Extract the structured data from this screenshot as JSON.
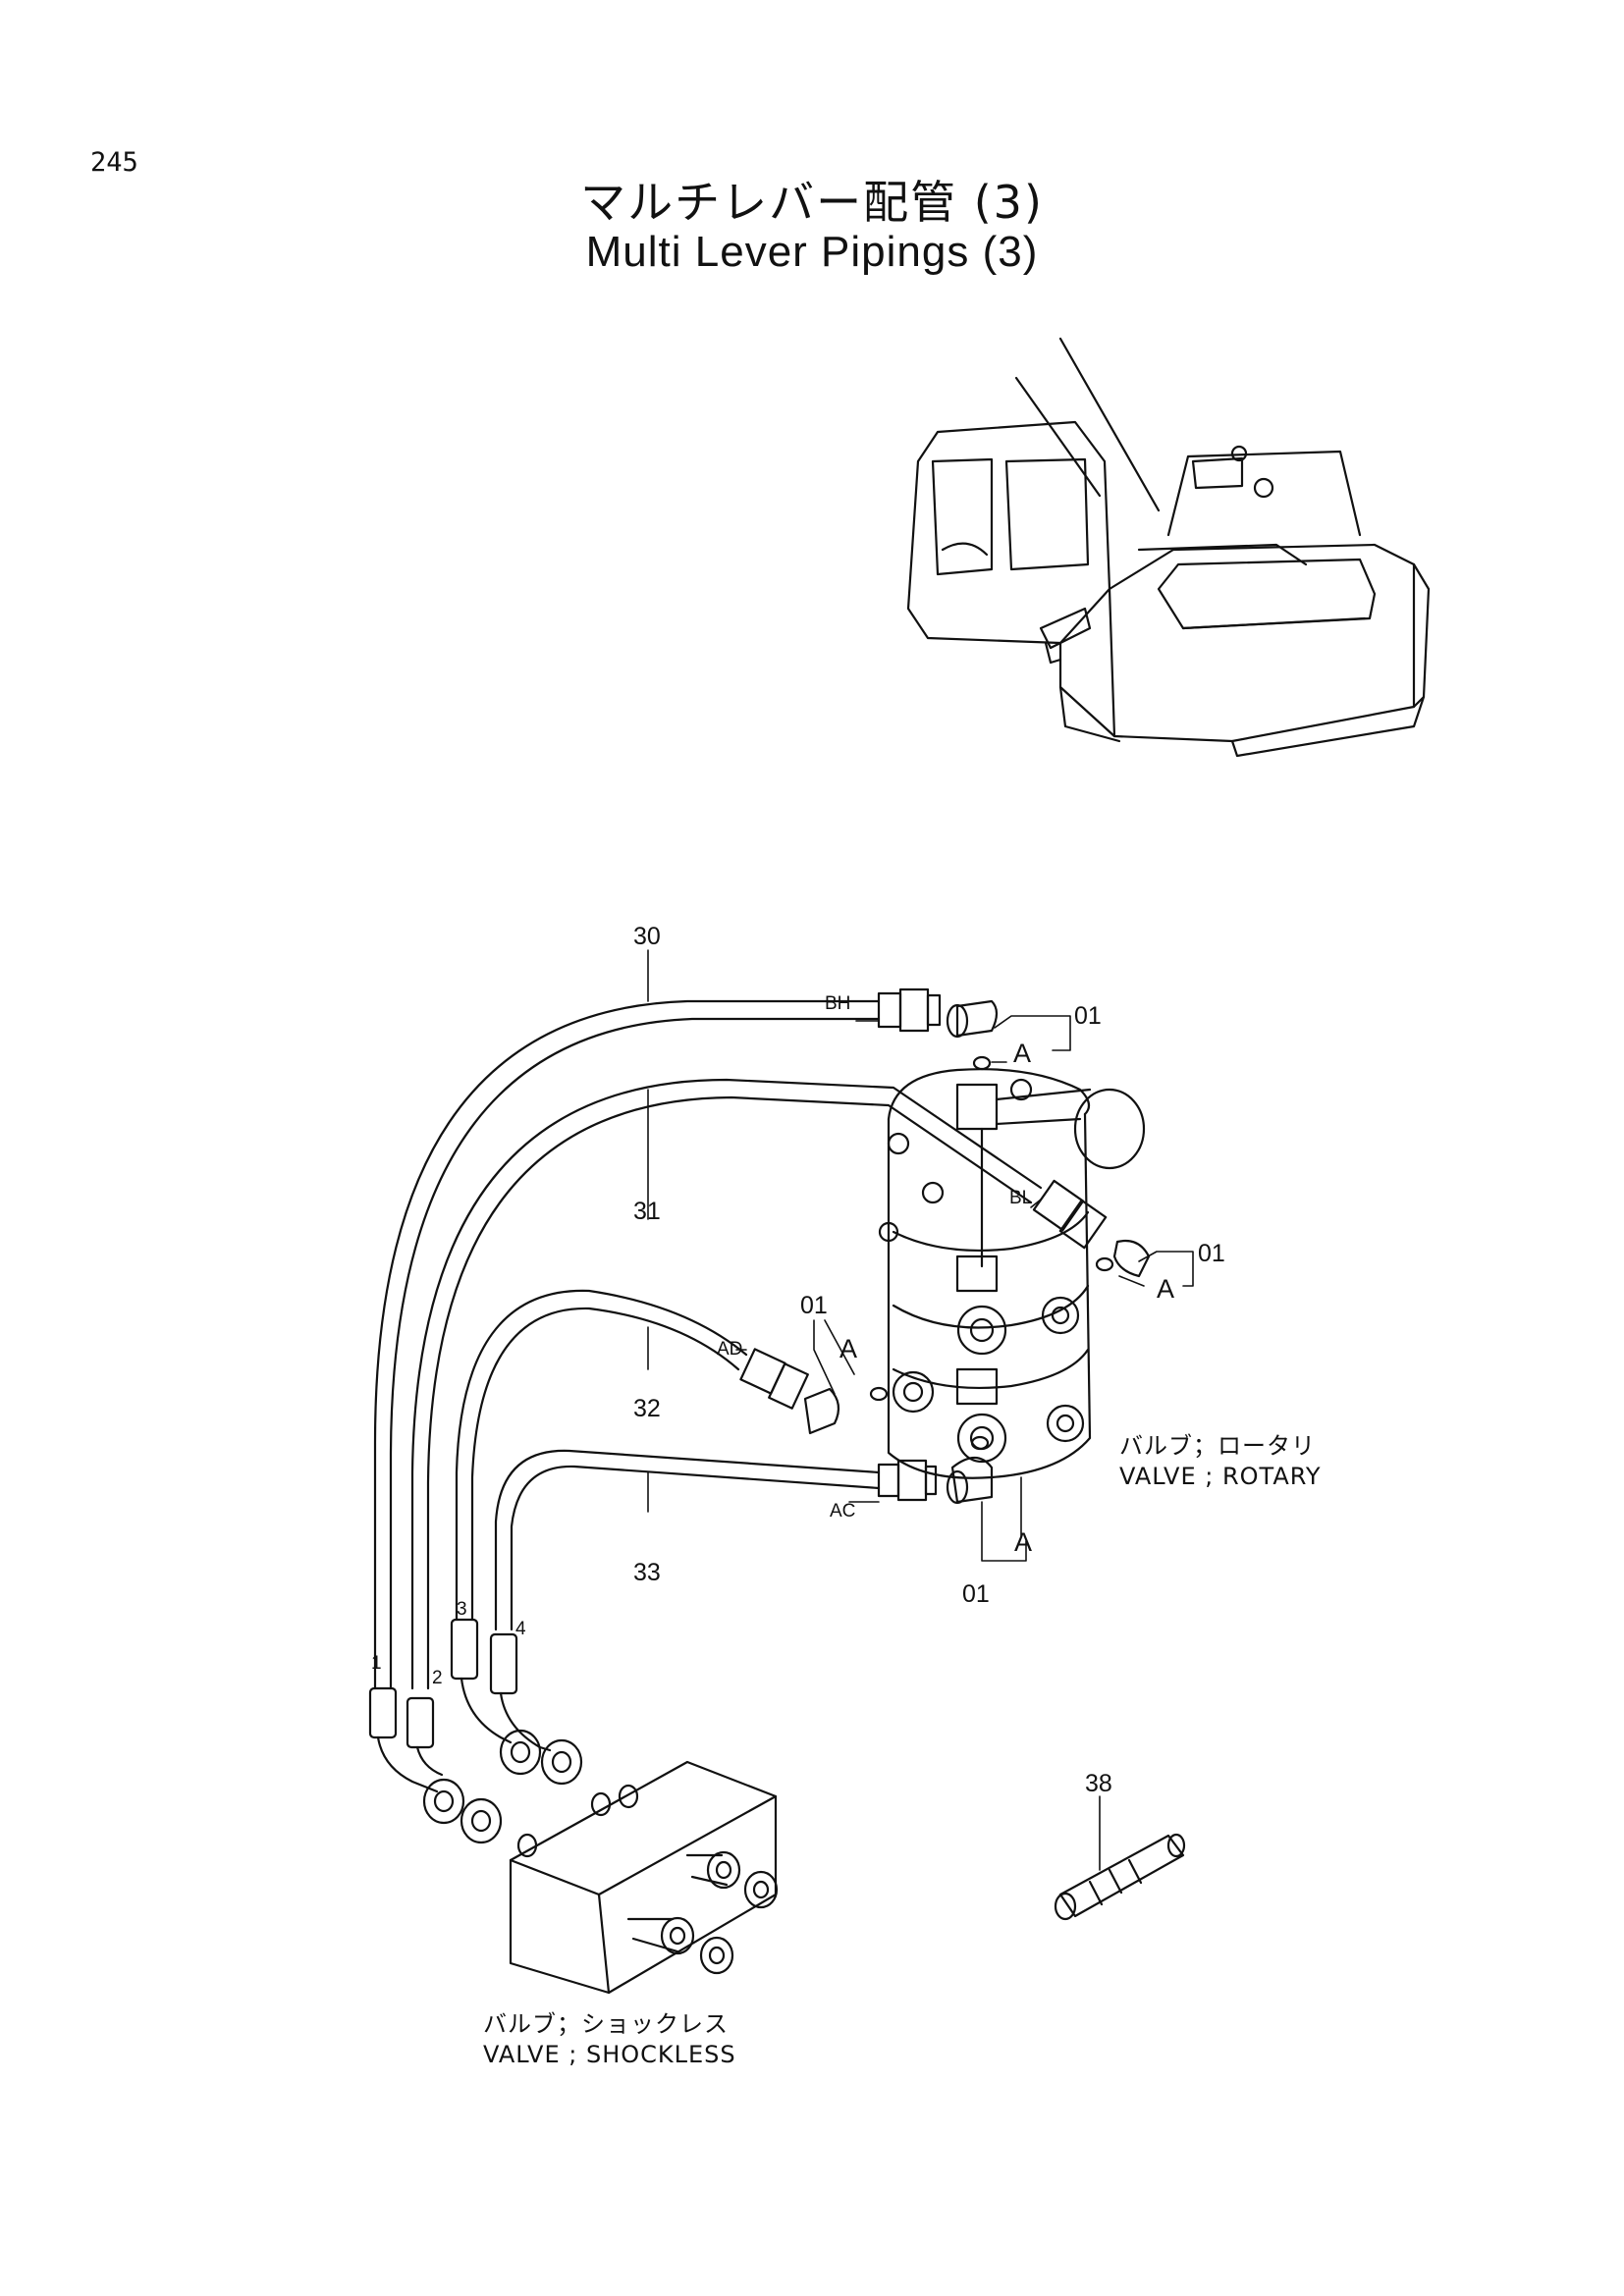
{
  "page_number": "245",
  "title_jp": "マルチレバー配管 (3)",
  "title_en": "Multi Lever Pipings (3)",
  "callouts": {
    "p30": "30",
    "p31": "31",
    "p32": "32",
    "p33": "33",
    "p38": "38",
    "p01a": "01",
    "p01b": "01",
    "p01c": "01",
    "p01d": "01"
  },
  "ports": {
    "bh": "BH",
    "bl": "BL",
    "ad": "AD",
    "ac": "AC"
  },
  "hose_ends": {
    "h1": "1",
    "h2": "2",
    "h3": "3",
    "h4": "4"
  },
  "detail_a": {
    "a1": "A",
    "a2": "A",
    "a3": "A",
    "a4": "A"
  },
  "rotary_valve": {
    "jp": "バルブ；ロータリ",
    "en": "VALVE ; ROTARY"
  },
  "shockless_valve": {
    "jp": "バルブ；ショックレス",
    "en": "VALVE ; SHOCKLESS"
  }
}
